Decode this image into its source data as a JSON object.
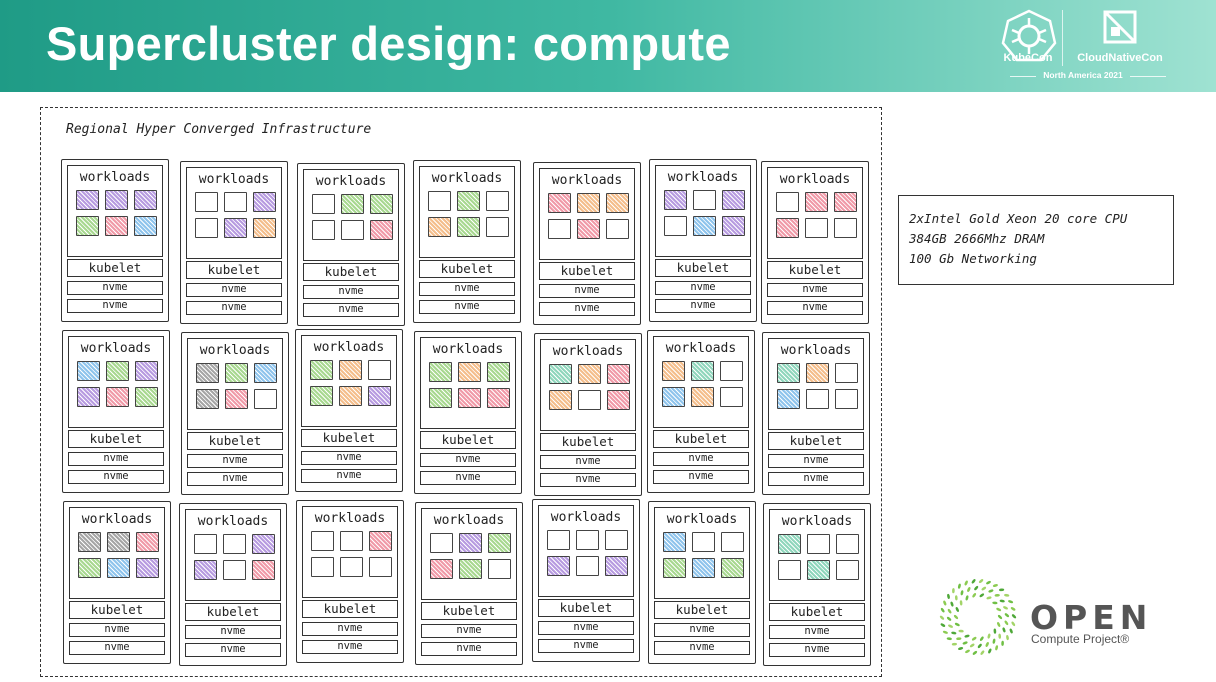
{
  "header": {
    "title": "Supercluster design: compute",
    "kubecon_label": "KubeCon",
    "cloudnativecon_label": "CloudNativeCon",
    "event_label": "North America 2021"
  },
  "diagram": {
    "region_label": "Regional Hyper Converged Infrastructure",
    "node_labels": {
      "workloads": "workloads",
      "kubelet": "kubelet",
      "nvme": "nvme"
    },
    "nodes": [
      [
        "purple",
        "purple",
        "purple",
        "green",
        "red",
        "blue"
      ],
      [
        "empty",
        "empty",
        "purple",
        "empty",
        "purple",
        "orange"
      ],
      [
        "empty",
        "green",
        "green",
        "empty",
        "empty",
        "red"
      ],
      [
        "empty",
        "green",
        "empty",
        "orange",
        "green",
        "empty"
      ],
      [
        "red",
        "orange",
        "orange",
        "empty",
        "red",
        "empty"
      ],
      [
        "purple",
        "empty",
        "purple",
        "empty",
        "blue",
        "purple"
      ],
      [
        "empty",
        "red",
        "red",
        "red",
        "empty",
        "empty"
      ],
      [
        "blue",
        "green",
        "purple",
        "purple",
        "red",
        "green"
      ],
      [
        "gray",
        "green",
        "blue",
        "gray",
        "red",
        "empty"
      ],
      [
        "green",
        "orange",
        "empty",
        "green",
        "orange",
        "purple"
      ],
      [
        "green",
        "orange",
        "green",
        "green",
        "red",
        "red"
      ],
      [
        "teal",
        "orange",
        "red",
        "orange",
        "empty",
        "red"
      ],
      [
        "orange",
        "teal",
        "empty",
        "blue",
        "orange",
        "empty"
      ],
      [
        "teal",
        "orange",
        "empty",
        "blue",
        "empty",
        "empty"
      ],
      [
        "gray",
        "gray",
        "red",
        "green",
        "blue",
        "purple"
      ],
      [
        "empty",
        "empty",
        "purple",
        "purple",
        "empty",
        "red"
      ],
      [
        "empty",
        "empty",
        "red",
        "empty",
        "empty",
        "empty"
      ],
      [
        "empty",
        "purple",
        "green",
        "red",
        "green",
        "empty"
      ],
      [
        "empty",
        "empty",
        "empty",
        "purple",
        "empty",
        "purple"
      ],
      [
        "blue",
        "empty",
        "empty",
        "green",
        "blue",
        "green"
      ],
      [
        "teal",
        "empty",
        "empty",
        "empty",
        "teal",
        "empty"
      ]
    ],
    "pod_colors": {
      "purple": "#b79be0",
      "green": "#a8d890",
      "red": "#f09aa8",
      "blue": "#8fc4ec",
      "orange": "#f4be8c",
      "teal": "#8fd6bc",
      "gray": "#a6a6a6",
      "empty": "#ffffff"
    }
  },
  "spec": {
    "lines": [
      "2xIntel Gold Xeon 20 core CPU",
      "384GB 2666Mhz DRAM",
      "100 Gb Networking"
    ]
  },
  "ocp": {
    "open_label": "OPEN",
    "subtitle": "Compute Project®"
  }
}
